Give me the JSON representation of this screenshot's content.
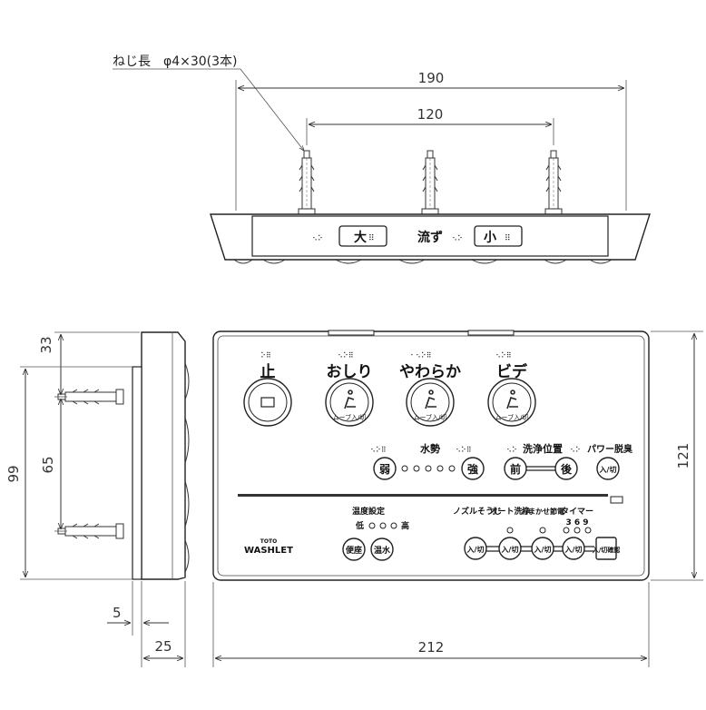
{
  "callout": "ねじ長　φ4×30(3本)",
  "dimensions": {
    "top_outer": "190",
    "top_inner": "120",
    "side_top": "33",
    "side_overall": "99",
    "side_inner": "65",
    "depth": "25",
    "edge": "5",
    "width": "212",
    "height": "121"
  },
  "top_view": {
    "flush_big": "大",
    "flush_label": "流ず",
    "flush_small": "小"
  },
  "front": {
    "modes": [
      {
        "label": "止",
        "icon": "stop-icon",
        "sub": ""
      },
      {
        "label": "おしり",
        "icon": "seated-person-icon",
        "sub": "ムーブ入/切"
      },
      {
        "label": "やわらか",
        "icon": "seated-person-icon",
        "sub": "ムーブ入/切"
      },
      {
        "label": "ビデ",
        "icon": "seated-person-icon",
        "sub": "ムーブ入/切"
      }
    ],
    "water_pressure_label": "水勢",
    "weak": "弱",
    "strong": "強",
    "wash_position_label": "洗浄位置",
    "front_btn": "前",
    "back_btn": "後",
    "power_deodor_label": "パワー脱臭",
    "power_btn": "入/切",
    "temp_label": "温度設定",
    "temp_low": "低",
    "temp_high": "高",
    "seat_btn": "便座",
    "water_temp_btn": "温水",
    "nozzle_label": "ノズルそうじ",
    "auto_wash_label": "オート洗浄",
    "eco_label": "おまかせ節電",
    "timer_label": "タイマー",
    "timer_values": "3 6 9",
    "toggle_btn": "入/切",
    "brand_small": "TOTO",
    "brand": "WASHLET",
    "lock_btn": "入/切確認"
  }
}
